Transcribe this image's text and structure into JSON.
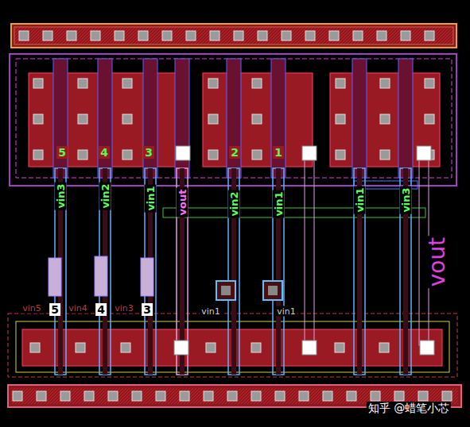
{
  "diagram": {
    "labels": [
      "5",
      "4",
      "3",
      "2",
      "1",
      "vin3",
      "vin2",
      "vin1",
      "vout",
      "vin2",
      "vin1",
      "vin1",
      "vin3",
      "vout",
      "vin1",
      "vin1",
      "vin5",
      "vin4",
      "vin3",
      "5",
      "4",
      "3",
      "知乎 @蜡笔小芯"
    ]
  }
}
